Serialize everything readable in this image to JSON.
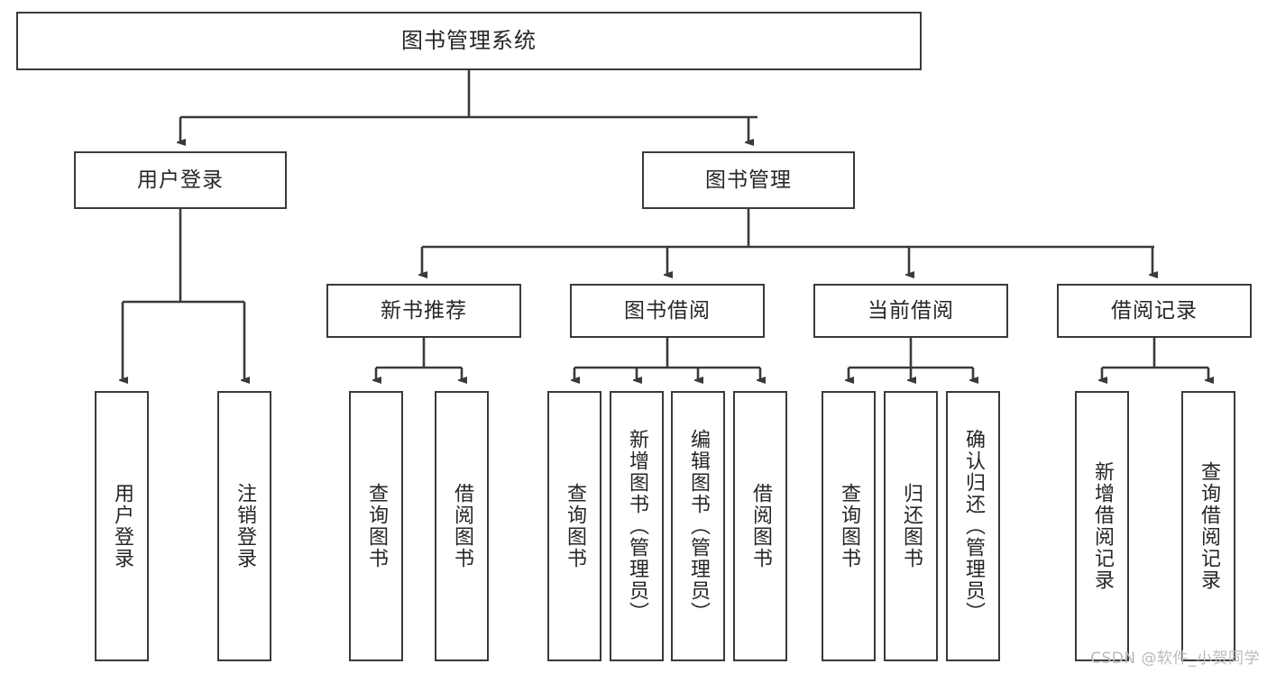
{
  "diagram": {
    "title": "图书管理系统",
    "type": "tree-hierarchy-chart",
    "root": {
      "label": "图书管理系统"
    },
    "nodes": {
      "root": "图书管理系统",
      "user_login": "用户登录",
      "book_manage": "图书管理",
      "new_book_rec": "新书推荐",
      "book_borrow": "图书借阅",
      "current_borrow": "当前借阅",
      "borrow_record": "借阅记录",
      "leaf_user_login": "用户登录",
      "leaf_logout_login": "注销登录",
      "leaf_query_book_a": "查询图书",
      "leaf_borrow_book_a": "借阅图书",
      "leaf_query_book_b": "查询图书",
      "leaf_add_book_admin": "新增图书（管理员）",
      "leaf_edit_book_admin": "编辑图书（管理员）",
      "leaf_borrow_book_b": "借阅图书",
      "leaf_query_book_c": "查询图书",
      "leaf_return_book": "归还图书",
      "leaf_confirm_return_admin": "确认归还（管理员）",
      "leaf_add_borrow_record": "新增借阅记录",
      "leaf_query_borrow_record": "查询借阅记录"
    },
    "colors": {
      "box_border": "#3a3a3a",
      "box_fill": "#ffffff",
      "text": "#262626",
      "edge": "#3a3a3a",
      "watermark": "#b9b9b9",
      "background": "#ffffff"
    }
  },
  "watermark": {
    "text": "CSDN @软件_小贺同学"
  }
}
